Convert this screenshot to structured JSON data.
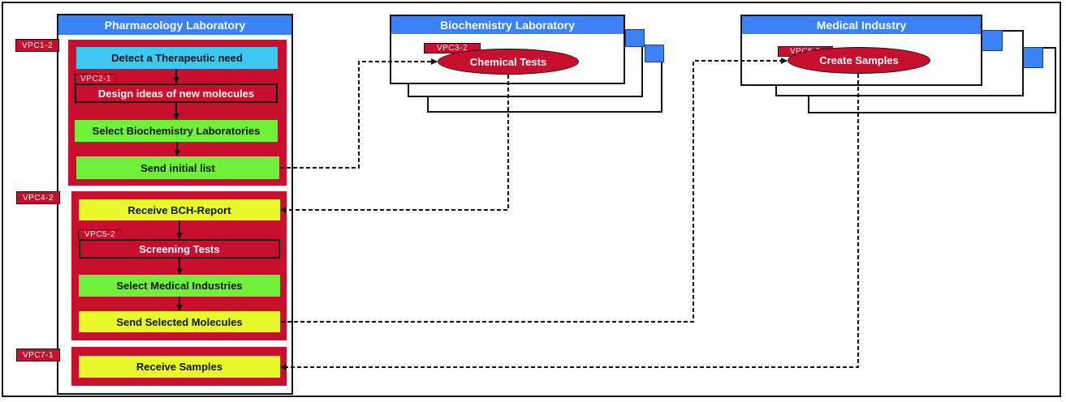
{
  "lanes": {
    "pharmacology": "Pharmacology Laboratory",
    "biochemistry": "Biochemistry Laboratory",
    "medical": "Medical Industry"
  },
  "tags": {
    "vpc1": "VPC1-2",
    "vpc2": "VPC2-1",
    "vpc3": "VPC3-2",
    "vpc4": "VPC4-2",
    "vpc5": "VPC5-2",
    "vpc6": "VPC6-1",
    "vpc7": "VPC7-1"
  },
  "steps": {
    "detect": "Detect a Therapeutic need",
    "design": "Design ideas of new molecules",
    "select_bio": "Select Biochemistry Laboratories",
    "send_list": "Send initial list",
    "receive_bch": "Receive BCH-Report",
    "screening": "Screening Tests",
    "select_med": "Select Medical Industries",
    "send_selected": "Send Selected Molecules",
    "receive_samples": "Receive Samples",
    "chemical_tests": "Chemical Tests",
    "create_samples": "Create Samples"
  },
  "colors": {
    "lane_header": "#3b82f6",
    "group_red": "#c8102e",
    "cyan": "#3cc8f0",
    "green": "#6ff03a",
    "yellow": "#e8f82a"
  }
}
